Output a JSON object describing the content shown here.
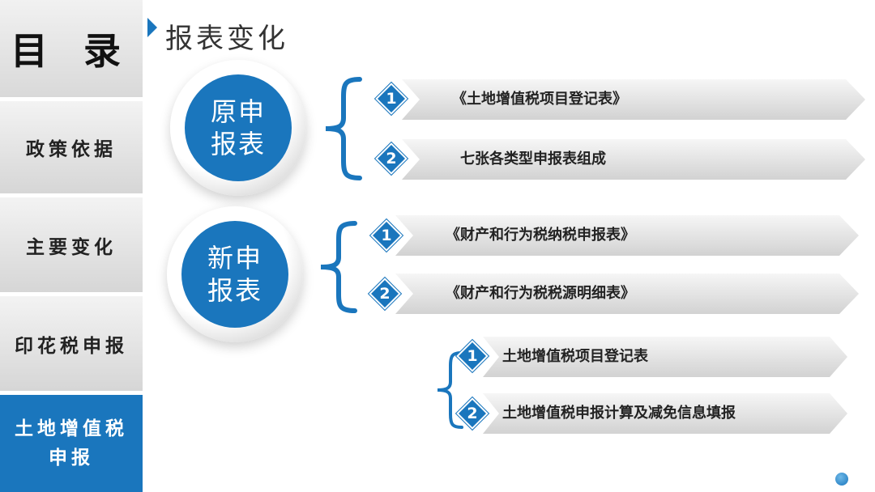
{
  "sidebar": {
    "toc_label": "目 录",
    "items": [
      {
        "label": "政策依据"
      },
      {
        "label": "主要变化"
      },
      {
        "label": "印花税申报"
      },
      {
        "label_line1": "土地增值税",
        "label_line2": "申报",
        "active": true
      }
    ]
  },
  "page_title": "报表变化",
  "groups": {
    "original": {
      "circle_line1": "原申",
      "circle_line2": "报表",
      "items": [
        {
          "num": "1",
          "label": "《土地增值税项目登记表》"
        },
        {
          "num": "2",
          "label": "七张各类型申报表组成"
        }
      ]
    },
    "new": {
      "circle_line1": "新申",
      "circle_line2": "报表",
      "items": [
        {
          "num": "1",
          "label": "《财产和行为税纳税申报表》"
        },
        {
          "num": "2",
          "label": "《财产和行为税税源明细表》"
        }
      ],
      "sub_items": [
        {
          "num": "1",
          "label": "土地增值税项目登记表"
        },
        {
          "num": "2",
          "label": "土地增值税申报计算及减免信息填报"
        }
      ]
    }
  },
  "colors": {
    "accent": "#1a76bd",
    "bar": "#e8e8e8"
  }
}
